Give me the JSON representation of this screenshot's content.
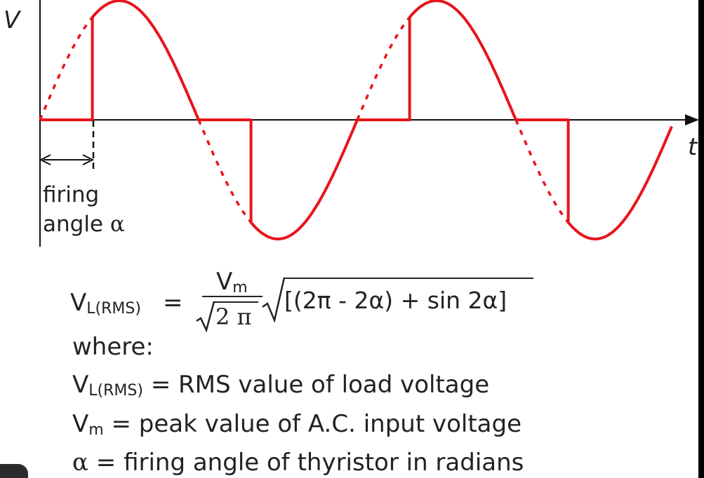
{
  "colors": {
    "waveform": "#e8141b",
    "axis": "#111111",
    "text": "#222222"
  },
  "axes": {
    "y_label": "V",
    "x_label": "t"
  },
  "annotation": {
    "line1": "firing",
    "line2": "angle",
    "symbol": "α"
  },
  "formula": {
    "lhs_main": "V",
    "lhs_sub": "L(RMS)",
    "equals": "=",
    "numerator_main": "V",
    "numerator_sub": "m",
    "denominator": "2 π",
    "radicand": "[(2π - 2α) + sin 2α]"
  },
  "legend": {
    "where": "where:",
    "items": [
      {
        "sym_main": "V",
        "sym_sub": "L(RMS)",
        "text": " = RMS value of load voltage"
      },
      {
        "sym_main": "V",
        "sym_sub": "m",
        "text": " = peak value of A.C. input voltage"
      },
      {
        "sym_main": "α",
        "sym_sub": "",
        "text": " = firing angle of thyristor in radians"
      }
    ]
  },
  "waveform": {
    "firing_angle_fraction_of_half_cycle": 0.33,
    "cycles_shown": 2
  }
}
